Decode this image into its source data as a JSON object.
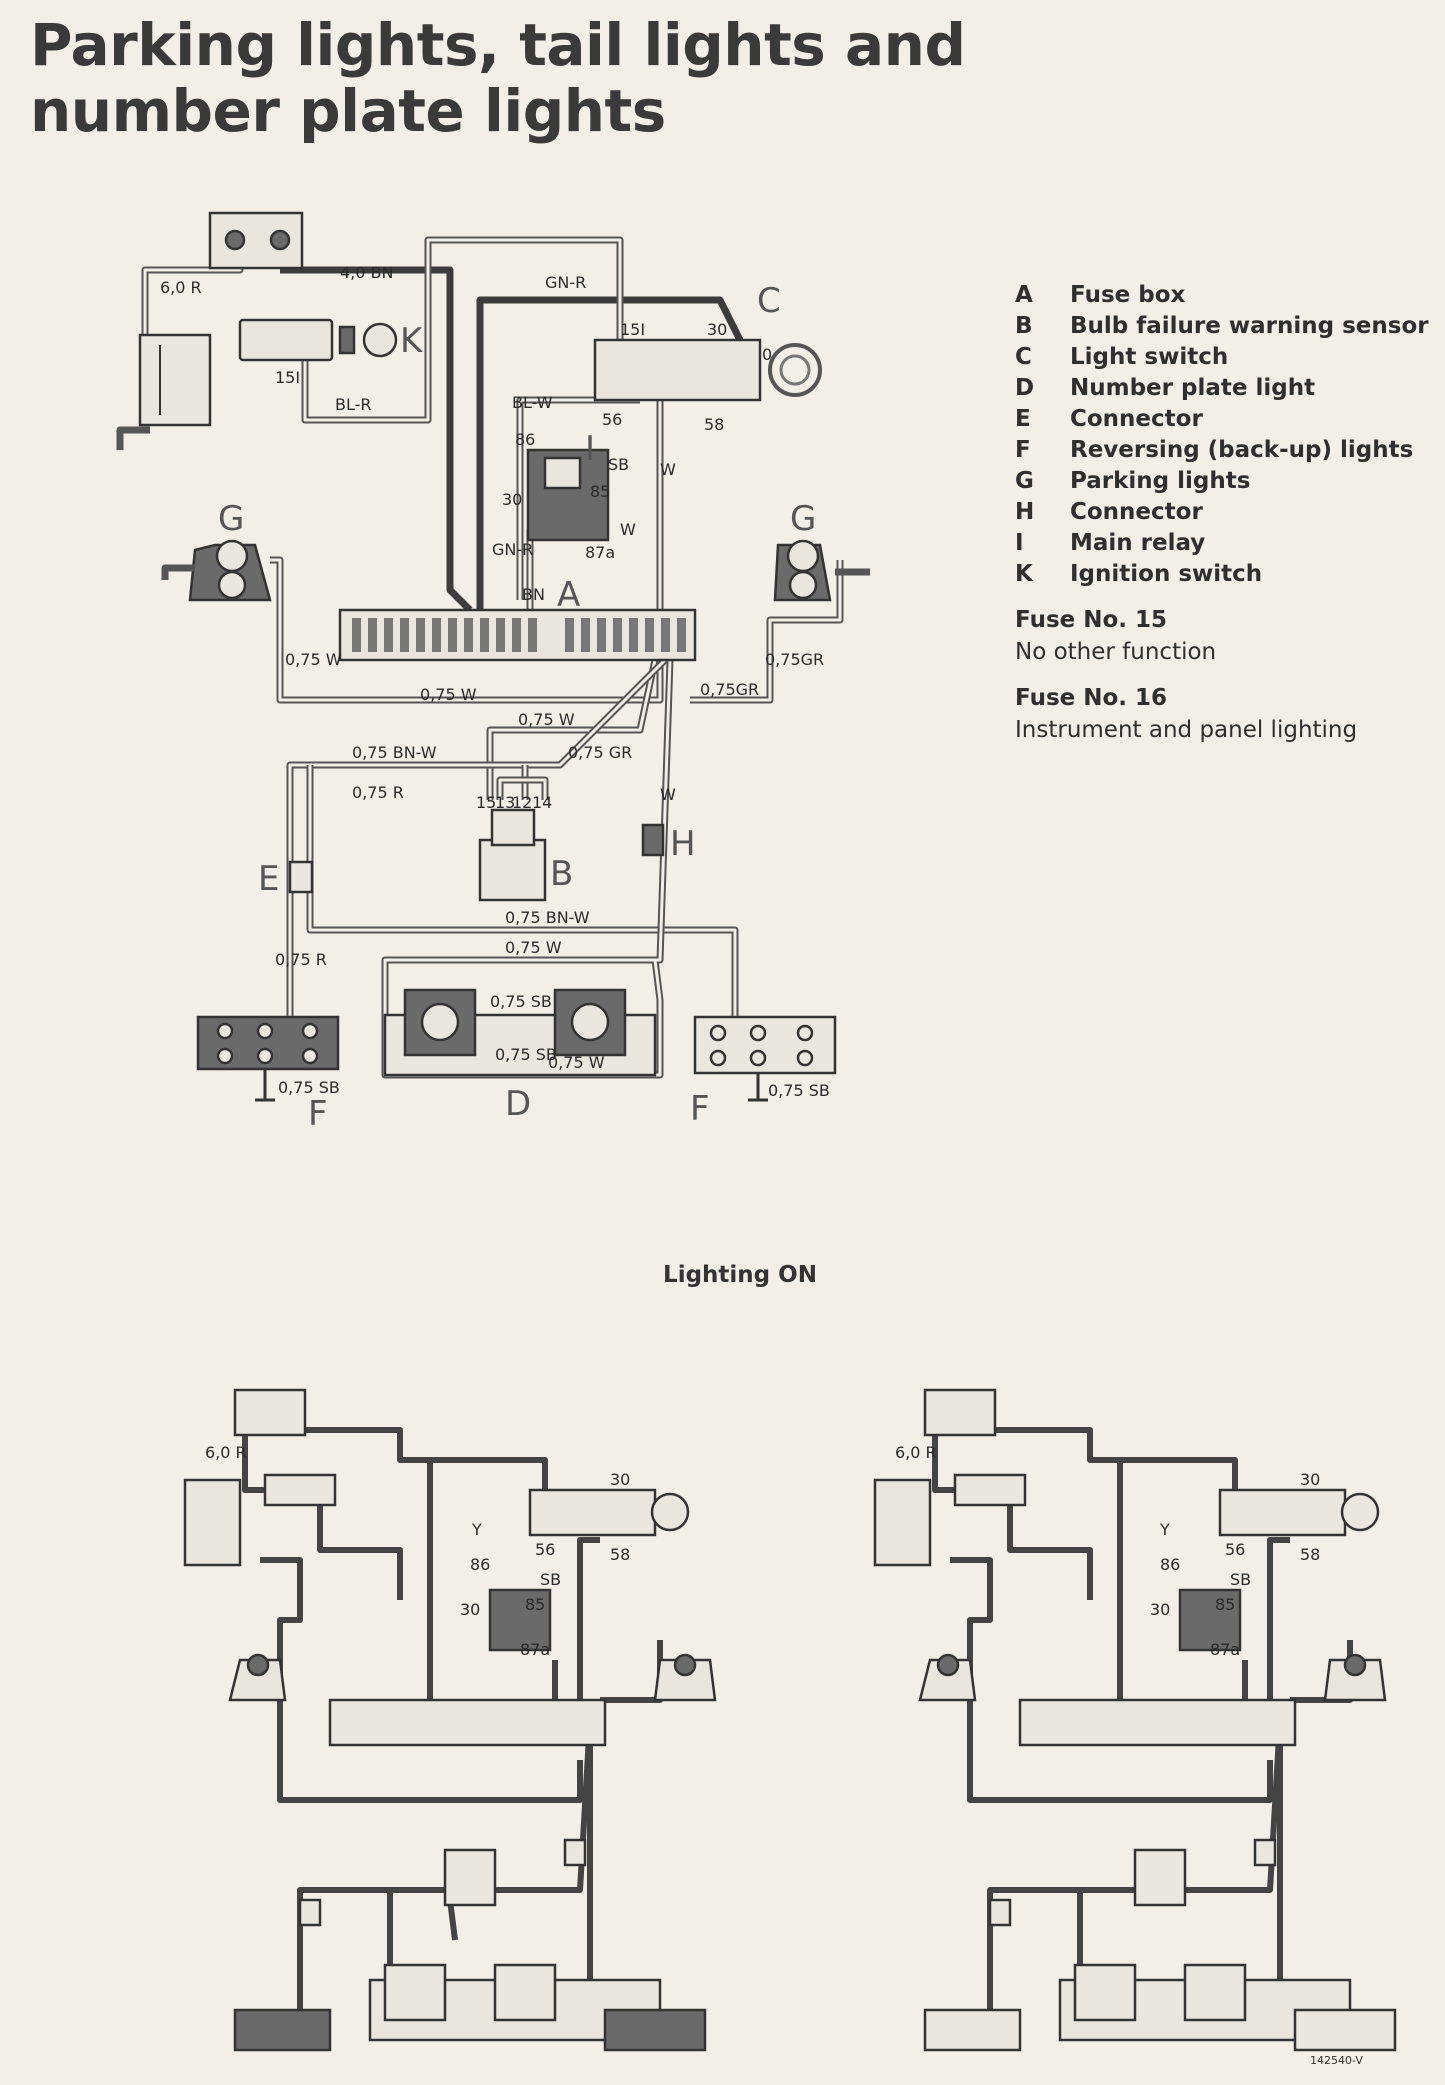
{
  "title": {
    "line1": "Parking lights, tail lights and",
    "line2": "number plate lights"
  },
  "legend": [
    {
      "key": "A",
      "desc": "Fuse box"
    },
    {
      "key": "B",
      "desc": "Bulb failure warning sensor"
    },
    {
      "key": "C",
      "desc": "Light switch"
    },
    {
      "key": "D",
      "desc": "Number plate light"
    },
    {
      "key": "E",
      "desc": "Connector"
    },
    {
      "key": "F",
      "desc": "Reversing (back-up) lights"
    },
    {
      "key": "G",
      "desc": "Parking lights"
    },
    {
      "key": "H",
      "desc": "Connector"
    },
    {
      "key": "I",
      "desc": "Main relay"
    },
    {
      "key": "K",
      "desc": "Ignition switch"
    }
  ],
  "fuses": [
    {
      "title": "Fuse No. 15",
      "desc": "No other function"
    },
    {
      "title": "Fuse No. 16",
      "desc": "Instrument and panel lighting"
    }
  ],
  "caption": "Lighting ON",
  "reference": "142540-V",
  "diagram": {
    "component_letters": {
      "A": "A",
      "B": "B",
      "C": "C",
      "D": "D",
      "E": "E",
      "F": "F",
      "G": "G",
      "H": "H",
      "I": "I",
      "K": "K"
    },
    "wire_labels": {
      "r60": "6,0 R",
      "bn40": "4,0 BN",
      "gnr": "GN-R",
      "blr": "BL-R",
      "blw": "BL-W",
      "w": "W",
      "bn": "BN",
      "gnr_v": "GN-R",
      "w075a": "0,75 W",
      "w075b": "0,75 W",
      "w075c": "0,75 W",
      "w075d": "0,75 W",
      "w075_gv": "0,75 W",
      "gr075_gv": "0,75GR",
      "gr075": "0,75GR",
      "bnw075a": "0,75 BN-W",
      "bnw075b": "0,75 BN-W",
      "gr075b": "0,75 GR",
      "r075": "0,75 R",
      "r075v": "0,75 R",
      "sb075a": "0,75 SB",
      "sb075b": "0,75 SB",
      "sb075c": "0,75 SB",
      "sb075d": "0,75 SB",
      "w_h": "W"
    },
    "terminals": {
      "t15": "15I",
      "t15k": "15I",
      "t30": "30",
      "t56": "56",
      "t58": "58",
      "t86": "86",
      "t85": "85",
      "t30r": "30",
      "t87a": "87a",
      "sb": "SB",
      "b15": "15",
      "b13": "13",
      "b12": "12",
      "b14": "14",
      "sw0": "0"
    },
    "mini_labels": {
      "r60": "6,0 R",
      "t30": "30",
      "t56": "56",
      "t58": "58",
      "t86": "86",
      "t85": "85",
      "t30r": "30",
      "t87a": "87a",
      "sb": "SB",
      "y": "Y"
    }
  }
}
